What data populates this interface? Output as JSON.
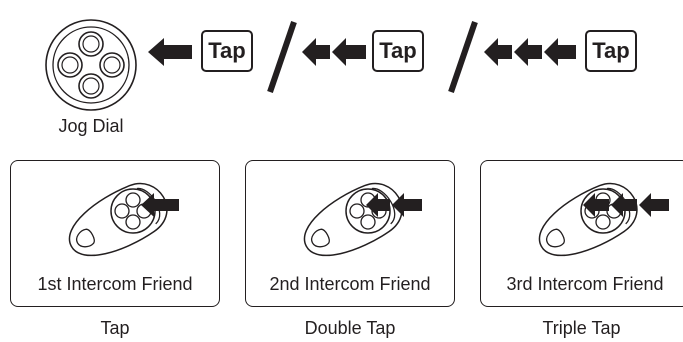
{
  "top_row": {
    "dial_label": "Jog Dial",
    "tap_labels": [
      "Tap",
      "Tap",
      "Tap"
    ],
    "arrow_counts": [
      1,
      2,
      3
    ]
  },
  "panels": [
    {
      "label": "1st Intercom Friend",
      "caption": "Tap",
      "arrow_count": 1
    },
    {
      "label": "2nd Intercom Friend",
      "caption": "Double Tap",
      "arrow_count": 2
    },
    {
      "label": "3rd Intercom Friend",
      "caption": "Triple Tap",
      "arrow_count": 3
    }
  ]
}
